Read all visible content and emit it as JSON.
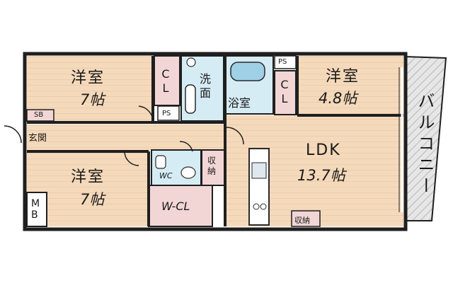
{
  "rooms": {
    "west_north": {
      "name": "洋室",
      "size": "7帖"
    },
    "west_south": {
      "name": "洋室",
      "size": "7帖"
    },
    "east": {
      "name": "洋室",
      "size": "4.8帖"
    },
    "ldk": {
      "name": "LDK",
      "size": "13.7帖"
    }
  },
  "labels": {
    "closet_north": "CL",
    "closet_east": "CL",
    "ps_top": "PS",
    "ps_mid": "PS",
    "sb": "SB",
    "entrance": "玄関",
    "washroom": "洗面",
    "bathroom": "浴室",
    "wc": "WC",
    "storage_mid": "収納",
    "storage_ldk": "収納",
    "mb": "MB",
    "walk_in_closet": "W-CL",
    "balcony": "バルコニー"
  },
  "colors": {
    "room_floor": "#f5d9bb",
    "floor_line": "#e3bfa0",
    "wet_area": "#d6ecf5",
    "closet": "#f2d6d6",
    "wall": "#1f1f1f",
    "balcony": "#d9d9d9"
  }
}
